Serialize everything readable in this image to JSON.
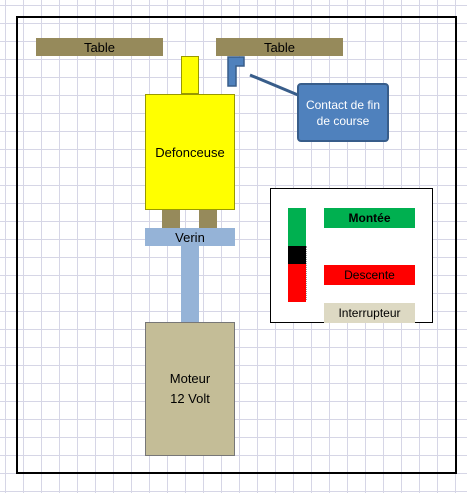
{
  "tables": {
    "left": "Table",
    "right": "Table"
  },
  "router_label": "Defonceuse",
  "verin_label": "Verin",
  "motor": {
    "line1": "Moteur",
    "line2": "12 Volt"
  },
  "callout_text": "Contact de fin de course",
  "legend": {
    "montee": "Montée",
    "descente": "Descente",
    "interrupteur": "Interrupteur"
  },
  "colors": {
    "table": "#968a5b",
    "router": "#ffff00",
    "verin": "#95b3d7",
    "motor": "#c4bd97",
    "callout": "#4f81bd",
    "montee": "#00b050",
    "descente": "#ff0000",
    "interrupteur": "#ddd9c3"
  }
}
